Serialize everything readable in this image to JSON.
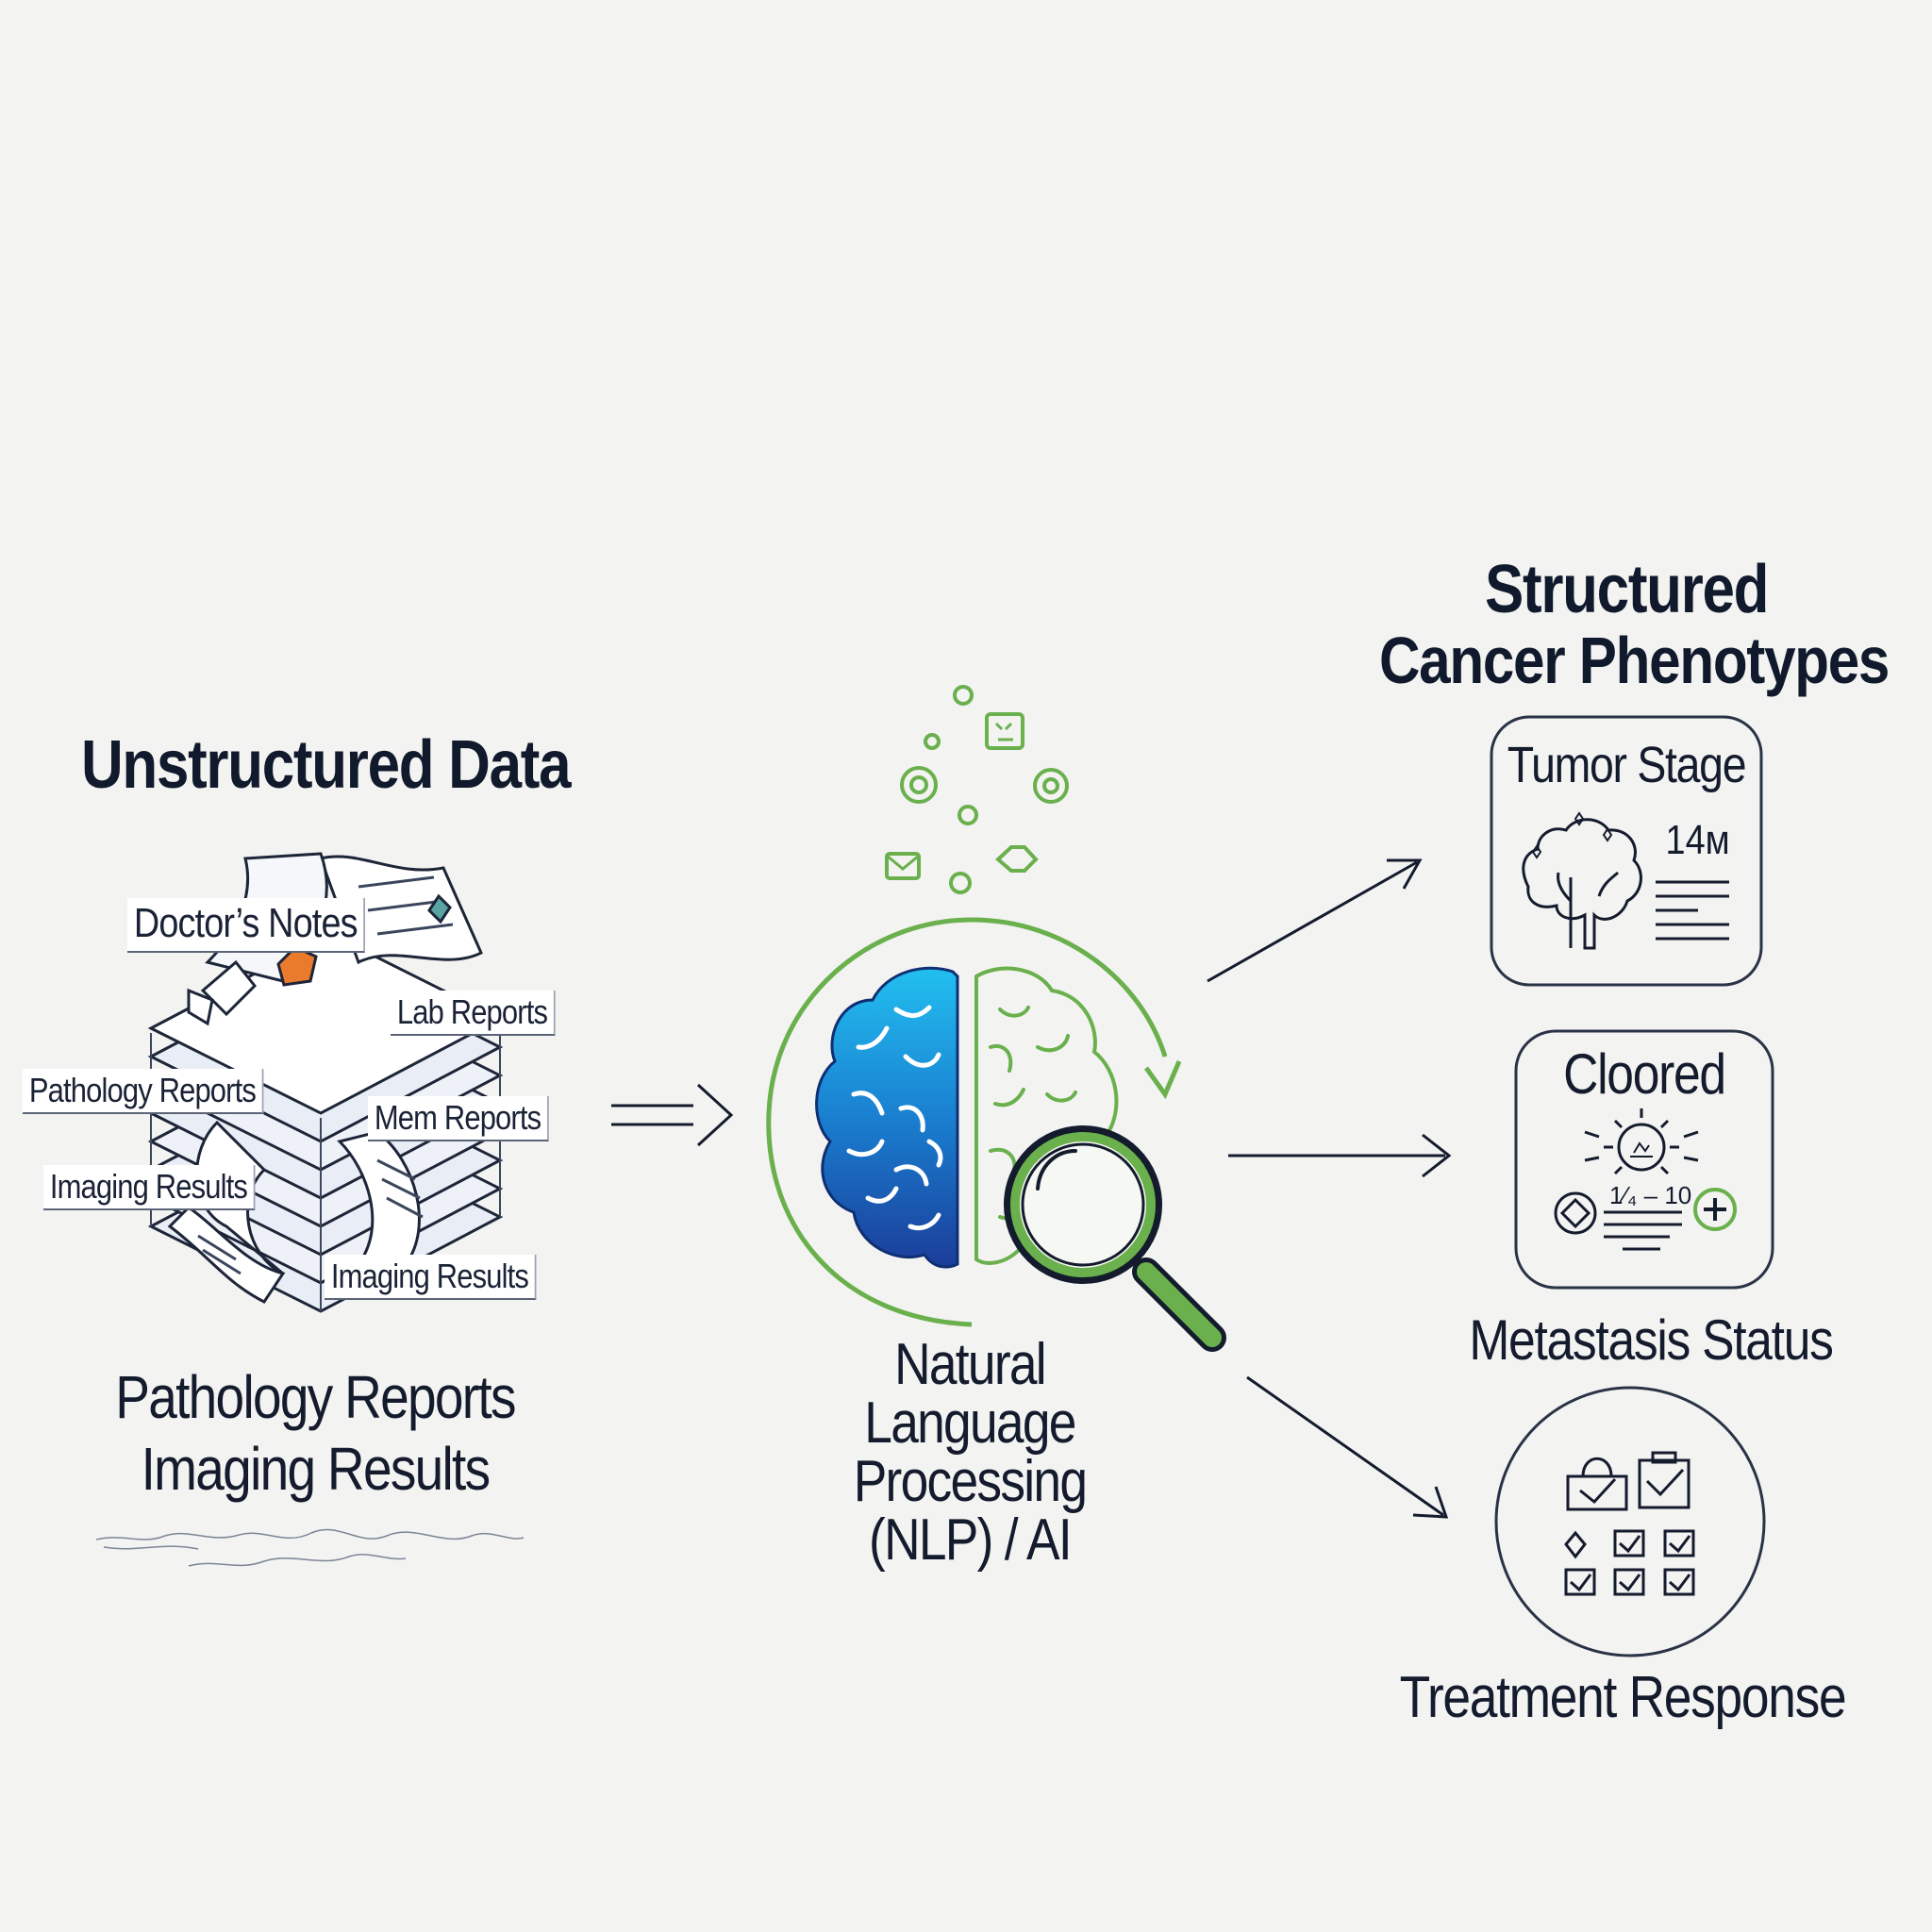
{
  "left": {
    "title": "Unstructured Data",
    "tags": {
      "doctors_notes": "Doctor’s Notes",
      "lab_reports": "Lab Reports",
      "pathology_reports": "Pathology Reports",
      "mem_reports": "Mem Reports",
      "imaging_results_1": "Imaging Results",
      "imaging_results_2": "Imaging Results"
    },
    "subtitle_line1": "Pathology Reports",
    "subtitle_line2": "Imaging Results"
  },
  "center": {
    "line1": "Natural",
    "line2": "Language",
    "line3": "Processing",
    "line4": "(NLP) / AI"
  },
  "right": {
    "title_line1": "Structured",
    "title_line2": "Cancer Phenotypes",
    "card1": {
      "title": "Tumor Stage",
      "value": "14м"
    },
    "card2": {
      "title": "Cloored",
      "value": "1⁄₄ – 10"
    },
    "metastasis_label": "Metastasis Status",
    "treatment_label": "Treatment Response"
  },
  "colors": {
    "brain_blue_start": "#1fb5ec",
    "brain_blue_end": "#1a3f9c",
    "accent_green": "#6ab04c",
    "ink": "#141b2d",
    "background": "#f3f3f2"
  }
}
